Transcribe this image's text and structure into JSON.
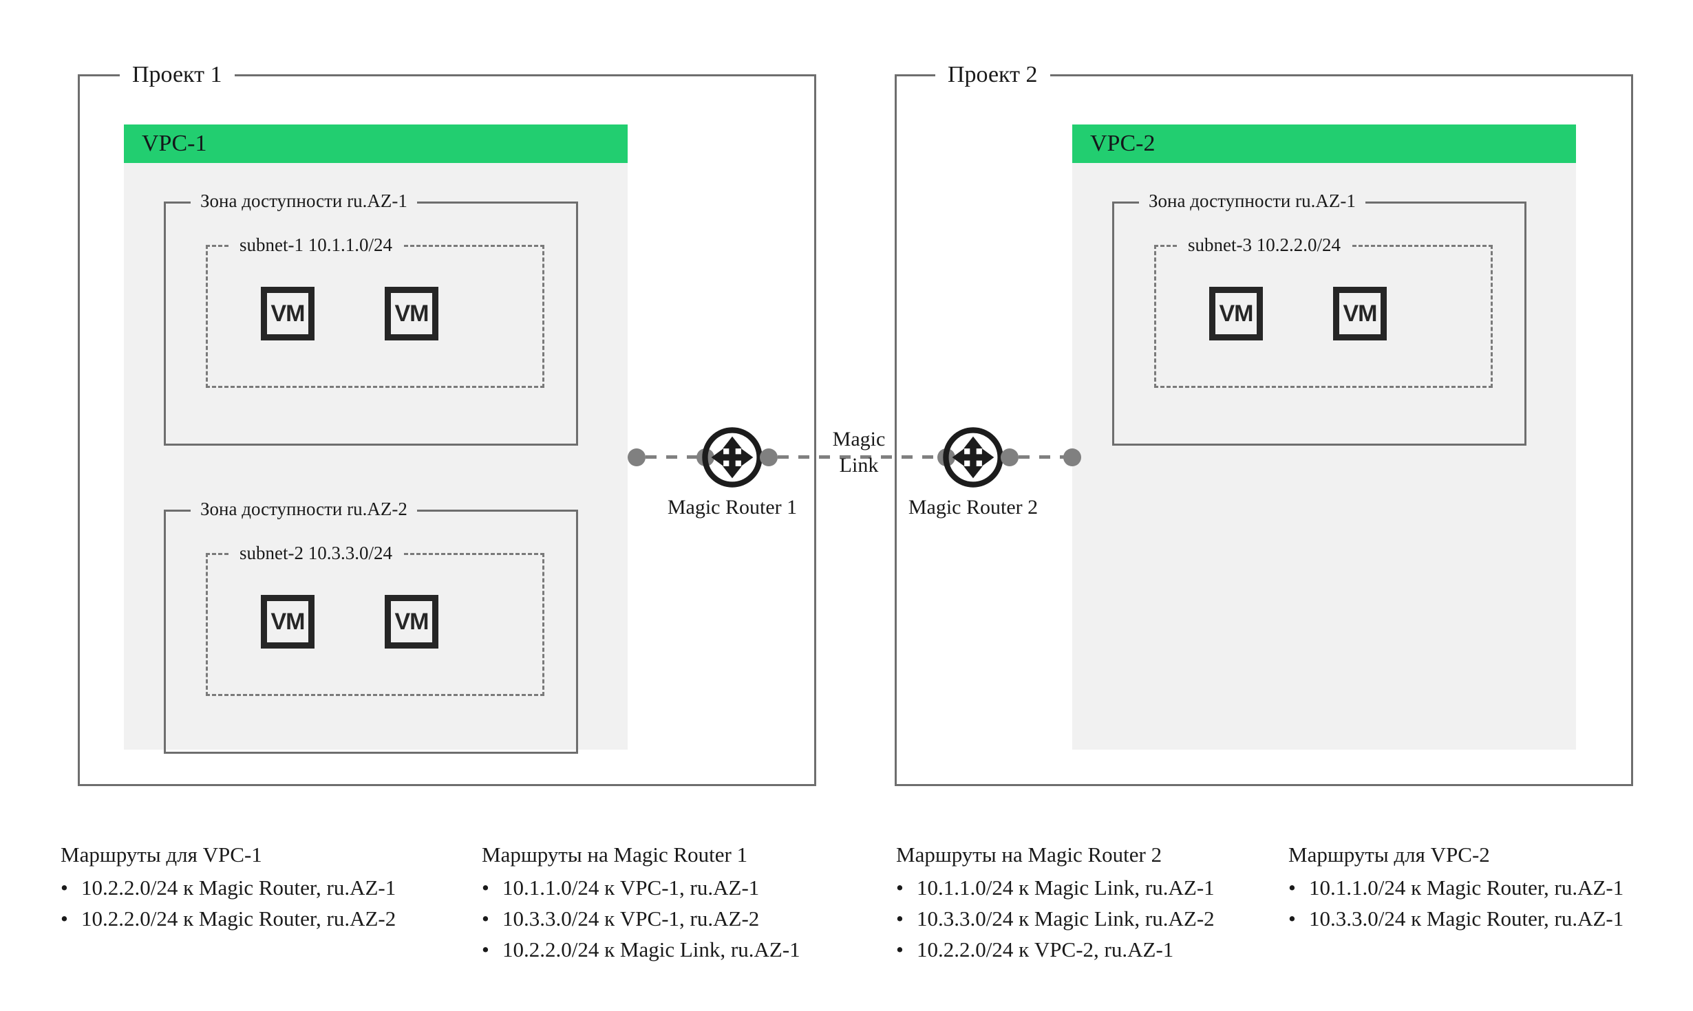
{
  "colors": {
    "vpc_header_green": "#22ce70",
    "vpc_body_gray": "#f1f1f1",
    "frame_gray": "#6e6e6e",
    "dot_gray": "#808080",
    "icon_dark": "#262626",
    "page_background": "#ffffff"
  },
  "projects": [
    {
      "label": "Проект 1",
      "vpc": {
        "title": "VPC-1",
        "zones": [
          {
            "label": "Зона доступности ru.AZ-1",
            "subnet": {
              "label": "subnet-1 10.1.1.0/24",
              "vms": [
                "VM",
                "VM"
              ]
            }
          },
          {
            "label": "Зона доступности ru.AZ-2",
            "subnet": {
              "label": "subnet-2 10.3.3.0/24",
              "vms": [
                "VM",
                "VM"
              ]
            }
          }
        ]
      }
    },
    {
      "label": "Проект 2",
      "vpc": {
        "title": "VPC-2",
        "zones": [
          {
            "label": "Зона доступности ru.AZ-1",
            "subnet": {
              "label": "subnet-3 10.2.2.0/24",
              "vms": [
                "VM",
                "VM"
              ]
            }
          }
        ]
      }
    }
  ],
  "network": {
    "magic_link_label_line1": "Magic",
    "magic_link_label_line2": "Link",
    "routers": [
      {
        "name": "Magic Router 1",
        "icon": "router-icon"
      },
      {
        "name": "Magic Router 2",
        "icon": "router-icon"
      }
    ]
  },
  "route_tables": [
    {
      "title": "Маршруты для VPC-1",
      "entries": [
        "10.2.2.0/24 к Magic Router, ru.AZ-1",
        "10.2.2.0/24 к Magic Router, ru.AZ-2"
      ]
    },
    {
      "title": "Маршруты на Magic Router 1",
      "entries": [
        "10.1.1.0/24 к VPC-1, ru.AZ-1",
        "10.3.3.0/24 к VPC-1, ru.AZ-2",
        "10.2.2.0/24 к Magic Link, ru.AZ-1"
      ]
    },
    {
      "title": "Маршруты на Magic Router 2",
      "entries": [
        "10.1.1.0/24 к Magic Link, ru.AZ-1",
        "10.3.3.0/24 к Magic Link, ru.AZ-2",
        "10.2.2.0/24 к VPC-2, ru.AZ-1"
      ]
    },
    {
      "title": "Маршруты для VPC-2",
      "entries": [
        "10.1.1.0/24 к Magic Router, ru.AZ-1",
        "10.3.3.0/24 к Magic Router, ru.AZ-1"
      ]
    }
  ]
}
